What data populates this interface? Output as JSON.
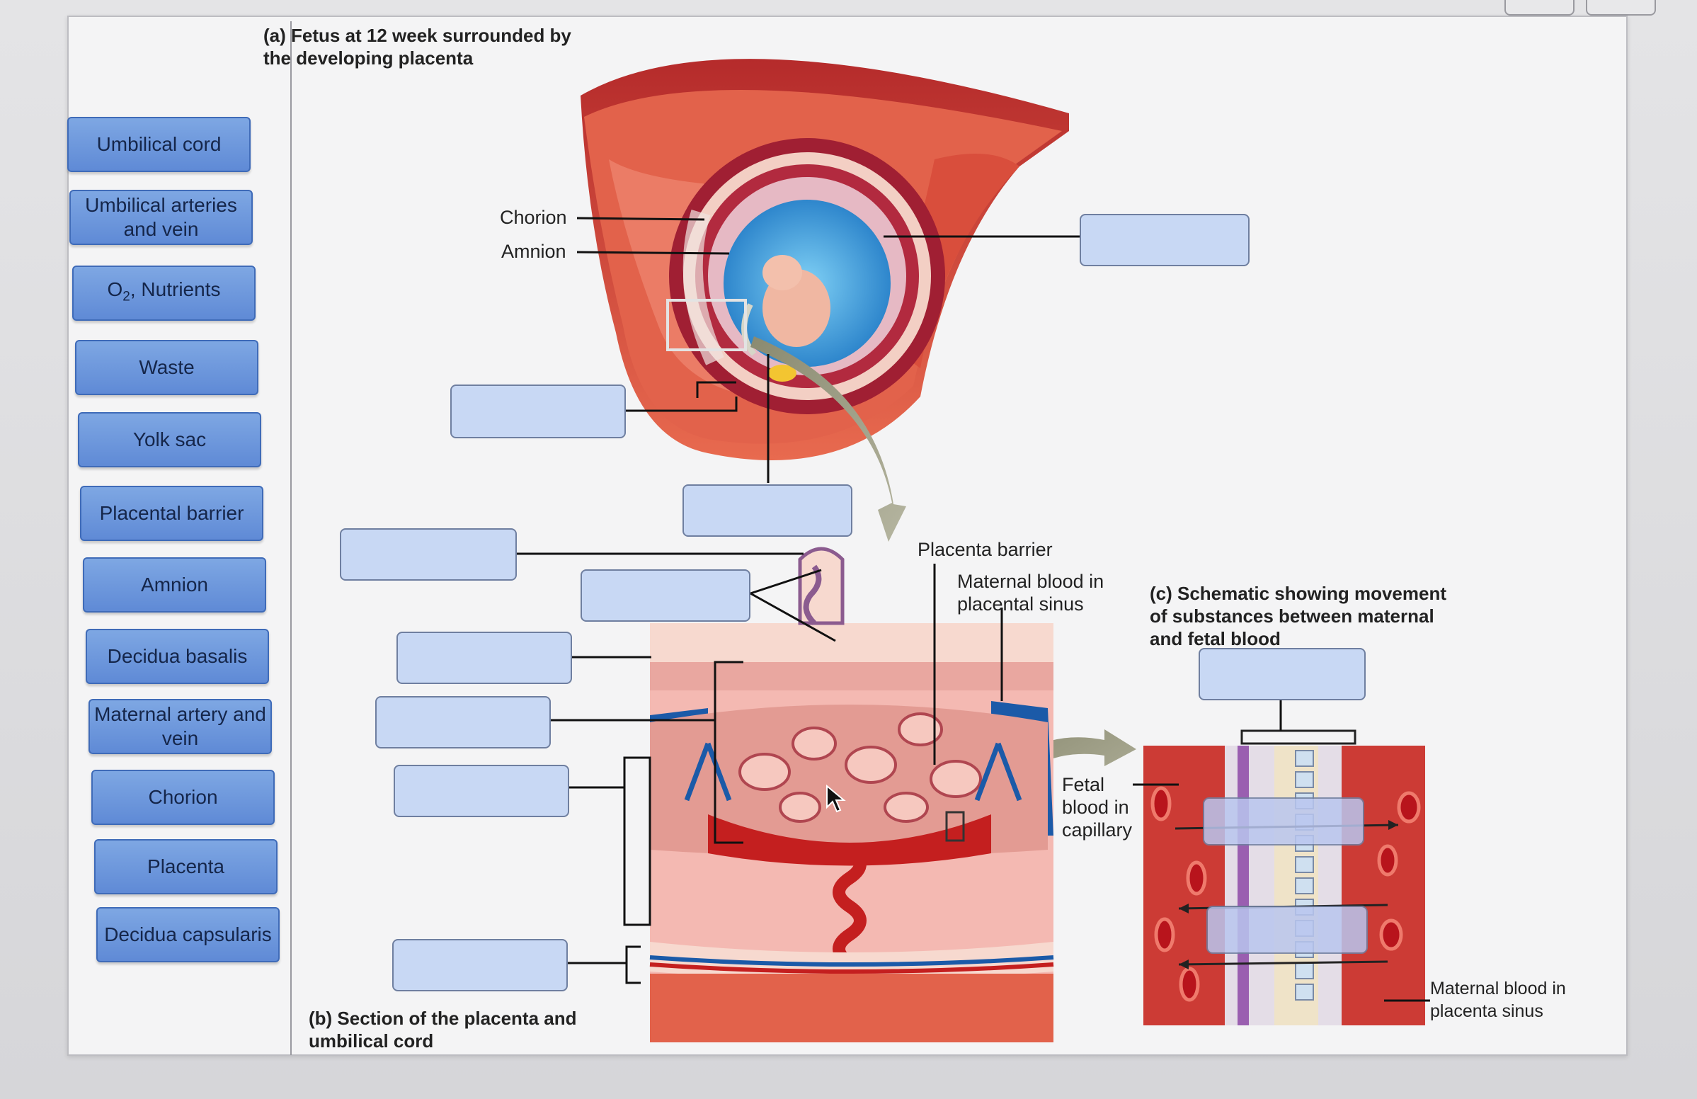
{
  "word_bank": [
    "Umbilical cord",
    "Umbilical arteries and vein",
    "O2, Nutrients",
    "Waste",
    "Yolk sac",
    "Placental barrier",
    "Amnion",
    "Decidua basalis",
    "Maternal artery and vein",
    "Chorion",
    "Placenta",
    "Decidua capsularis"
  ],
  "captions": {
    "a": "(a) Fetus at 12 week surrounded by the developing placenta",
    "b": "(b) Section of the placenta and umbilical cord",
    "c": "(c) Schematic showing movement of substances between maternal and fetal blood"
  },
  "labels": {
    "chorion": "Chorion",
    "amnion": "Amnion",
    "placenta_barrier": "Placenta barrier",
    "maternal_blood_sinus": "Maternal blood in placental sinus",
    "fetal_blood": "Fetal blood in capillary",
    "maternal_blood_sinus_c": "Maternal blood in placenta sinus"
  },
  "colors": {
    "chip": "#6a93db",
    "target": "#c8d8f4",
    "muscle": "#e0624b",
    "blood_blue": "#1e5fb0",
    "blood_red": "#c7271d",
    "amniotic": "#45a6e0"
  }
}
